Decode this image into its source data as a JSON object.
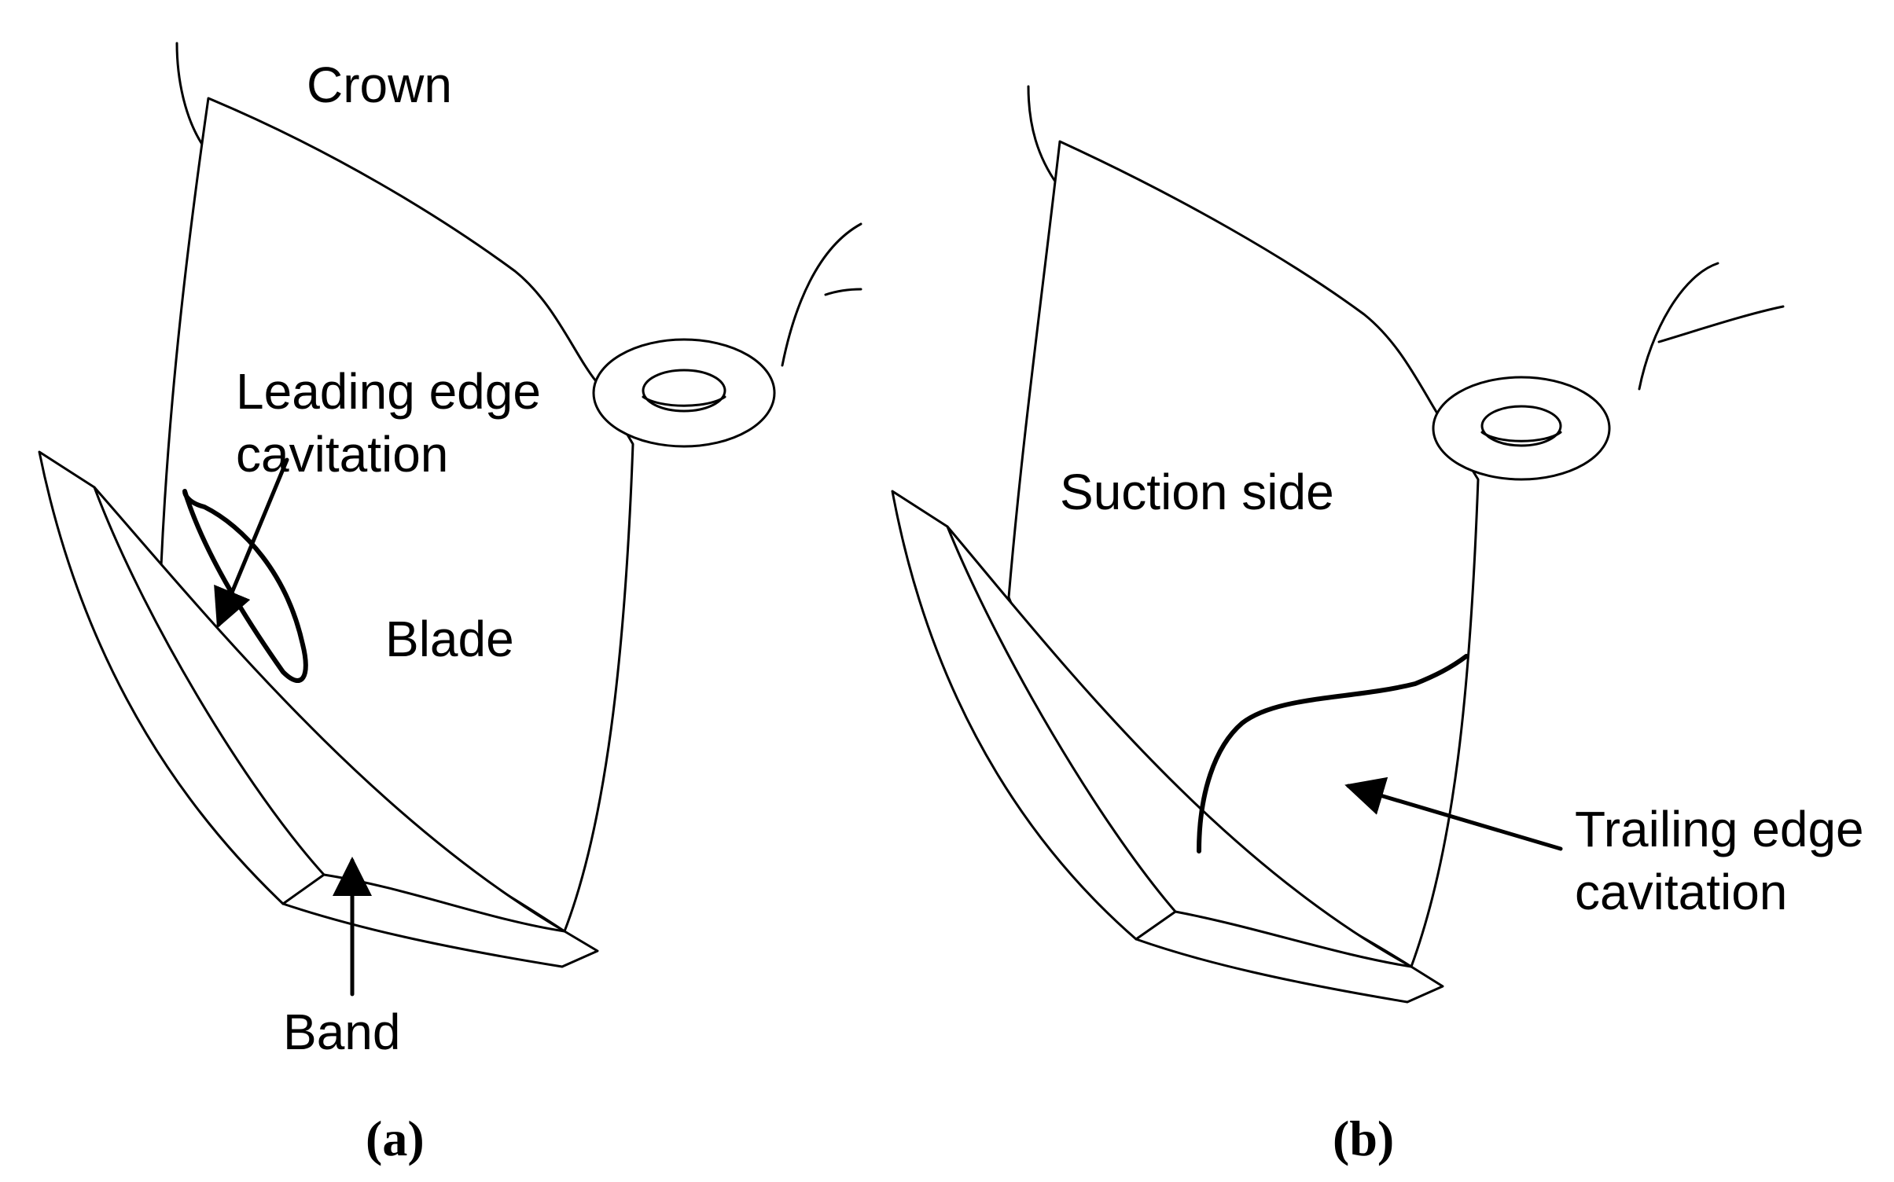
{
  "panel_a": {
    "caption": "(a)",
    "labels": {
      "crown": "Crown",
      "leading_edge_1": "Leading edge",
      "leading_edge_2": "cavitation",
      "blade": "Blade",
      "band": "Band"
    }
  },
  "panel_b": {
    "caption": "(b)",
    "labels": {
      "suction_side": "Suction side",
      "trailing_edge_1": "Trailing edge",
      "trailing_edge_2": "cavitation"
    }
  },
  "colors": {
    "line": "#000000",
    "background": "#ffffff"
  }
}
